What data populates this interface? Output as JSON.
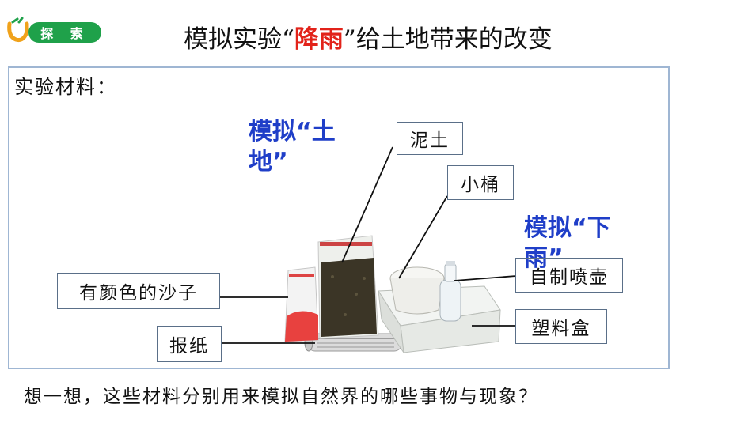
{
  "header": {
    "badge_label": "探 索",
    "title_prefix": "模拟实验“",
    "title_highlight": "降雨",
    "title_suffix": "”给土地带来的改变"
  },
  "section": {
    "heading": "实验材料："
  },
  "labels": {
    "simulate_land": "模拟“土地”",
    "simulate_rain": "模拟“下雨”"
  },
  "callouts": {
    "mud": "泥土",
    "bucket": "小桶",
    "sprayer": "自制喷壶",
    "colored_sand": "有颜色的沙子",
    "plastic_box": "塑料盒",
    "newspaper": "报纸"
  },
  "footer": {
    "question": "想一想，这些材料分别用来模拟自然界的哪些事物与现象？"
  },
  "colors": {
    "badge_green": "#1fa14a",
    "title_highlight_red": "#e2231a",
    "label_blue": "#1f3ec8",
    "frame_border": "#9fb6d3"
  }
}
